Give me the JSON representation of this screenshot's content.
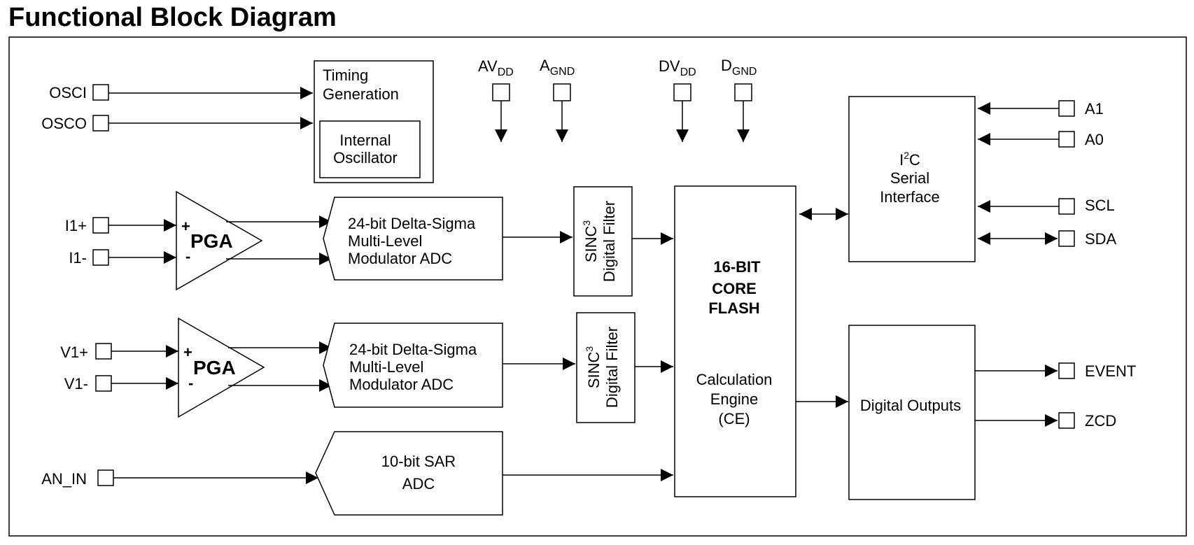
{
  "title": "Functional Block Diagram",
  "pins": {
    "osci": "OSCI",
    "osco": "OSCO",
    "i1p": "I1+",
    "i1m": "I1-",
    "v1p": "V1+",
    "v1m": "V1-",
    "an_in": "AN_IN",
    "a1": "A1",
    "a0": "A0",
    "scl": "SCL",
    "sda": "SDA",
    "event": "EVENT",
    "zcd": "ZCD"
  },
  "power": {
    "avdd_main": "AV",
    "avdd_sub": "DD",
    "agnd_main": "A",
    "agnd_sub": "GND",
    "dvdd_main": "DV",
    "dvdd_sub": "DD",
    "dgnd_main": "D",
    "dgnd_sub": "GND"
  },
  "timing": {
    "line1": "Timing",
    "line2": "Generation",
    "osc_line1": "Internal",
    "osc_line2": "Oscillator"
  },
  "pga": {
    "label": "PGA",
    "plus": "+",
    "minus": "-"
  },
  "adc_delta": {
    "line1": "24-bit Delta-Sigma",
    "line2": "Multi-Level",
    "line3": "Modulator ADC"
  },
  "adc_sar": {
    "line1": "10-bit SAR",
    "line2": "ADC"
  },
  "filter": {
    "sinc": "SINC",
    "sup": "3",
    "line2": "Digital Filter"
  },
  "core": {
    "line1": "16-BIT",
    "line2": "CORE",
    "line3": "FLASH",
    "line4": "Calculation",
    "line5": "Engine",
    "line6": "(CE)"
  },
  "i2c": {
    "i": "I",
    "sup": "2",
    "c": "C",
    "line2": "Serial",
    "line3": "Interface"
  },
  "digital_outputs": "Digital Outputs"
}
